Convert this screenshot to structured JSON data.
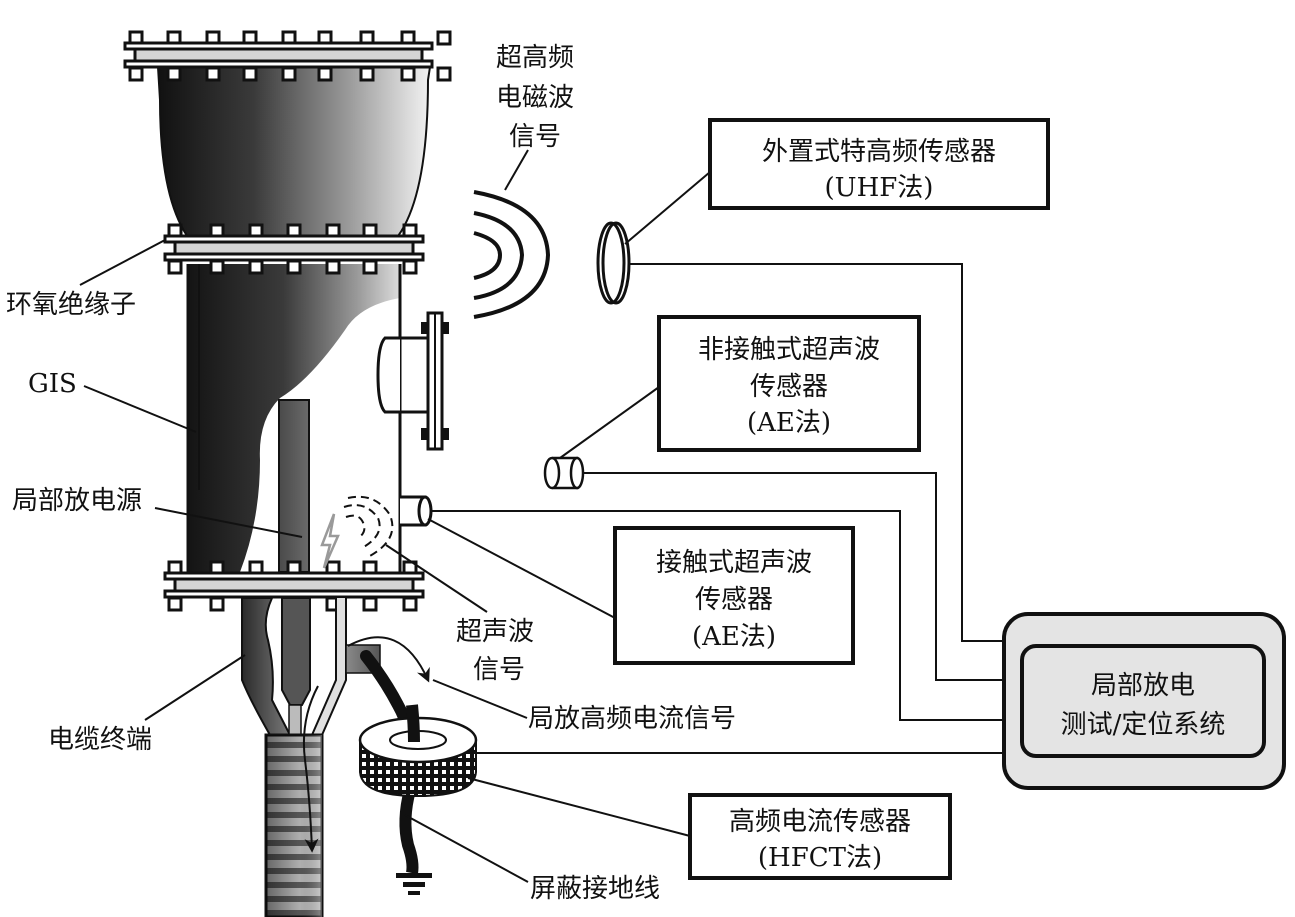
{
  "diagram": {
    "title": "GIS局部放电检测方法示意图",
    "labels": {
      "epoxy_insulator": "环氧绝缘子",
      "gis": "GIS",
      "pd_source": "局部放电源",
      "cable_termination": "电缆终端",
      "uhf_signal": [
        "超高频",
        "电磁波",
        "信号"
      ],
      "ultrasonic_signal": [
        "超声波",
        "信号"
      ],
      "pd_hf_current_signal": "局放高频电流信号",
      "shield_ground_wire": "屏蔽接地线"
    },
    "sensors": [
      {
        "id": "uhf",
        "lines": [
          "外置式特高频传感器",
          "(UHF法)"
        ]
      },
      {
        "id": "ae_noncontact",
        "lines": [
          "非接触式超声波",
          "传感器",
          "(AE法)"
        ]
      },
      {
        "id": "ae_contact",
        "lines": [
          "接触式超声波",
          "传感器",
          "(AE法)"
        ]
      },
      {
        "id": "hfct",
        "lines": [
          "高频电流传感器",
          "(HFCT法)"
        ]
      }
    ],
    "system": {
      "lines": [
        "局部放电",
        "测试/定位系统"
      ]
    },
    "colors": {
      "line": "#111111",
      "system_fill": "#e4e4e4",
      "flange_band": "#d4d4d4",
      "pd_spark": "#9a9a9a"
    }
  }
}
